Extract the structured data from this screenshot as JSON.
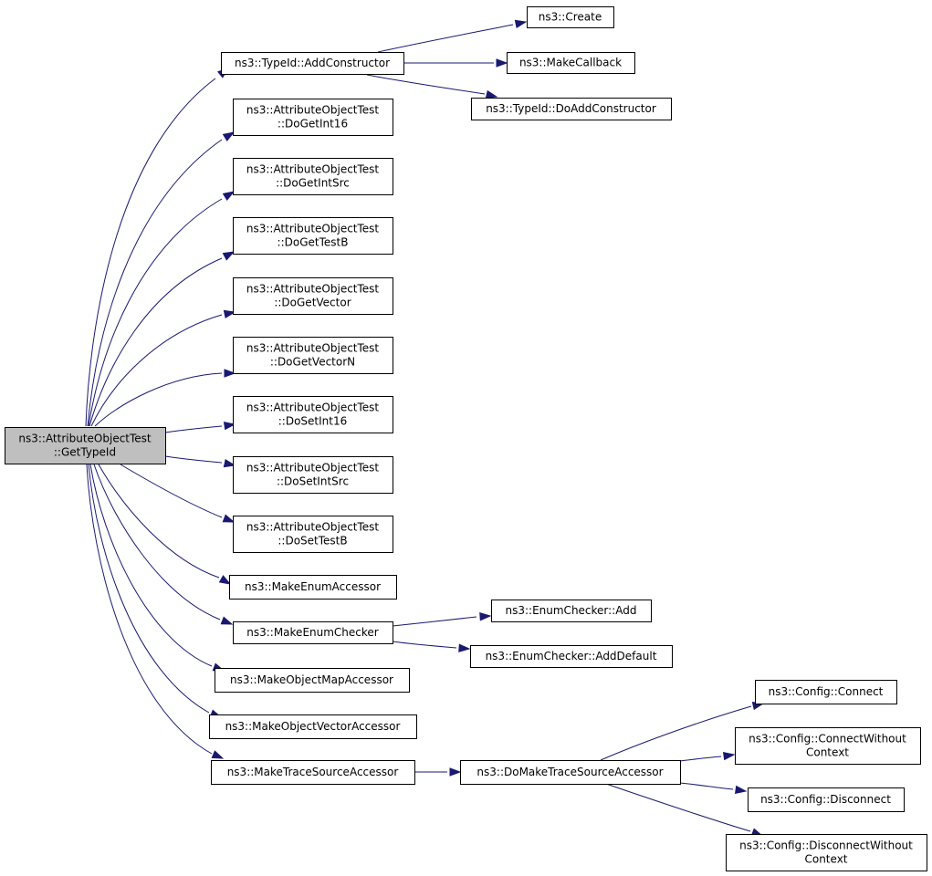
{
  "graph": {
    "root": {
      "id": "root",
      "lines": [
        "ns3::AttributeObjectTest",
        "::GetTypeId"
      ]
    },
    "nodes": [
      {
        "id": "add_constructor",
        "lines": [
          "ns3::TypeId::AddConstructor"
        ]
      },
      {
        "id": "create",
        "lines": [
          "ns3::Create"
        ]
      },
      {
        "id": "make_callback",
        "lines": [
          "ns3::MakeCallback"
        ]
      },
      {
        "id": "do_add_constructor",
        "lines": [
          "ns3::TypeId::DoAddConstructor"
        ]
      },
      {
        "id": "do_get_int16",
        "lines": [
          "ns3::AttributeObjectTest",
          "::DoGetInt16"
        ]
      },
      {
        "id": "do_get_int_src",
        "lines": [
          "ns3::AttributeObjectTest",
          "::DoGetIntSrc"
        ]
      },
      {
        "id": "do_get_test_b",
        "lines": [
          "ns3::AttributeObjectTest",
          "::DoGetTestB"
        ]
      },
      {
        "id": "do_get_vector",
        "lines": [
          "ns3::AttributeObjectTest",
          "::DoGetVector"
        ]
      },
      {
        "id": "do_get_vector_n",
        "lines": [
          "ns3::AttributeObjectTest",
          "::DoGetVectorN"
        ]
      },
      {
        "id": "do_set_int16",
        "lines": [
          "ns3::AttributeObjectTest",
          "::DoSetInt16"
        ]
      },
      {
        "id": "do_set_int_src",
        "lines": [
          "ns3::AttributeObjectTest",
          "::DoSetIntSrc"
        ]
      },
      {
        "id": "do_set_test_b",
        "lines": [
          "ns3::AttributeObjectTest",
          "::DoSetTestB"
        ]
      },
      {
        "id": "make_enum_accessor",
        "lines": [
          "ns3::MakeEnumAccessor"
        ]
      },
      {
        "id": "make_enum_checker",
        "lines": [
          "ns3::MakeEnumChecker"
        ]
      },
      {
        "id": "enum_checker_add",
        "lines": [
          "ns3::EnumChecker::Add"
        ]
      },
      {
        "id": "enum_checker_add_default",
        "lines": [
          "ns3::EnumChecker::AddDefault"
        ]
      },
      {
        "id": "make_object_map_accessor",
        "lines": [
          "ns3::MakeObjectMapAccessor"
        ]
      },
      {
        "id": "make_object_vector_accessor",
        "lines": [
          "ns3::MakeObjectVectorAccessor"
        ]
      },
      {
        "id": "make_trace_source_accessor",
        "lines": [
          "ns3::MakeTraceSourceAccessor"
        ]
      },
      {
        "id": "do_make_trace_source_accessor",
        "lines": [
          "ns3::DoMakeTraceSourceAccessor"
        ]
      },
      {
        "id": "config_connect",
        "lines": [
          "ns3::Config::Connect"
        ]
      },
      {
        "id": "config_connect_without_context",
        "lines": [
          "ns3::Config::ConnectWithout",
          "Context"
        ]
      },
      {
        "id": "config_disconnect",
        "lines": [
          "ns3::Config::Disconnect"
        ]
      },
      {
        "id": "config_disconnect_without_context",
        "lines": [
          "ns3::Config::DisconnectWithout",
          "Context"
        ]
      }
    ],
    "edges": [
      [
        "root",
        "add_constructor"
      ],
      [
        "root",
        "do_get_int16"
      ],
      [
        "root",
        "do_get_int_src"
      ],
      [
        "root",
        "do_get_test_b"
      ],
      [
        "root",
        "do_get_vector"
      ],
      [
        "root",
        "do_get_vector_n"
      ],
      [
        "root",
        "do_set_int16"
      ],
      [
        "root",
        "do_set_int_src"
      ],
      [
        "root",
        "do_set_test_b"
      ],
      [
        "root",
        "make_enum_accessor"
      ],
      [
        "root",
        "make_enum_checker"
      ],
      [
        "root",
        "make_object_map_accessor"
      ],
      [
        "root",
        "make_object_vector_accessor"
      ],
      [
        "root",
        "make_trace_source_accessor"
      ],
      [
        "add_constructor",
        "create"
      ],
      [
        "add_constructor",
        "make_callback"
      ],
      [
        "add_constructor",
        "do_add_constructor"
      ],
      [
        "make_enum_checker",
        "enum_checker_add"
      ],
      [
        "make_enum_checker",
        "enum_checker_add_default"
      ],
      [
        "make_trace_source_accessor",
        "do_make_trace_source_accessor"
      ],
      [
        "do_make_trace_source_accessor",
        "config_connect"
      ],
      [
        "do_make_trace_source_accessor",
        "config_connect_without_context"
      ],
      [
        "do_make_trace_source_accessor",
        "config_disconnect"
      ],
      [
        "do_make_trace_source_accessor",
        "config_disconnect_without_context"
      ]
    ],
    "colors": {
      "edge": "#191970",
      "root_fill": "#bfbfbf",
      "node_fill": "#ffffff",
      "border": "#000000"
    }
  }
}
